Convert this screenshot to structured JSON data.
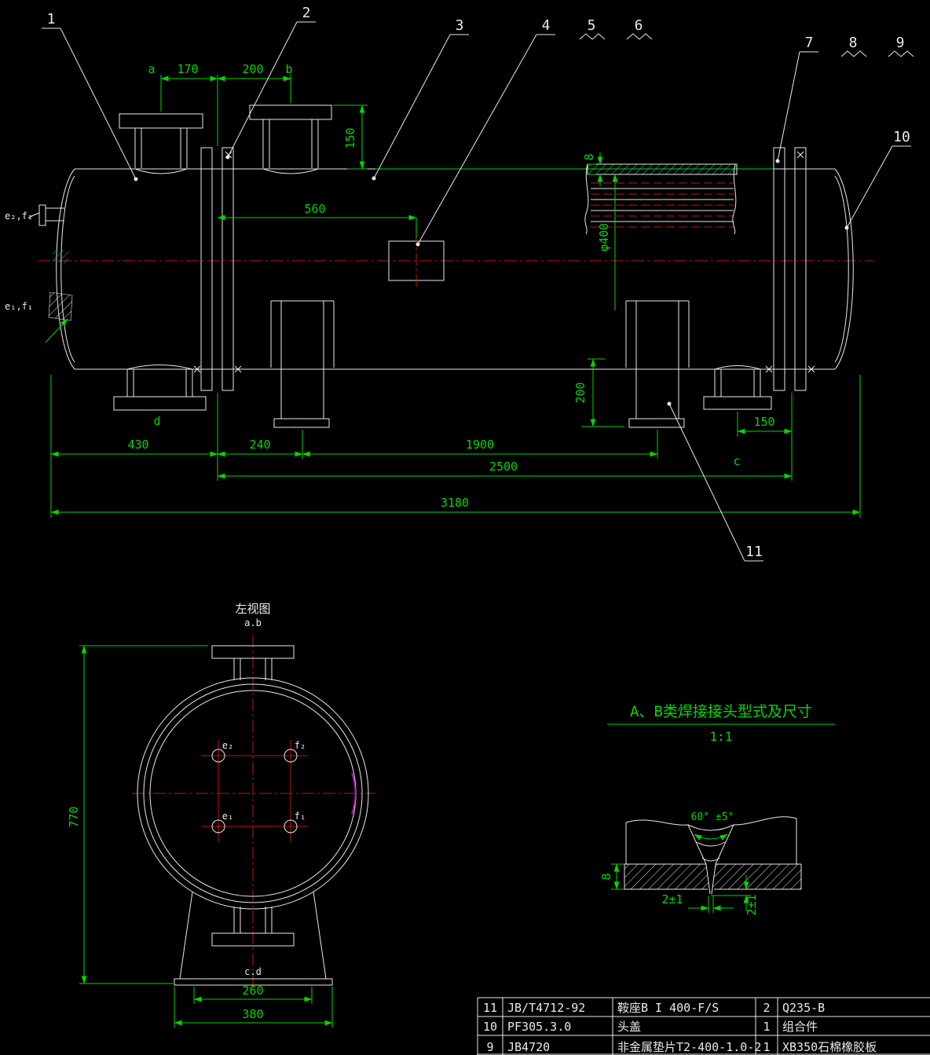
{
  "drawing": {
    "callouts": {
      "c1": "1",
      "c2": "2",
      "c3": "3",
      "c4": "4",
      "c5": "5",
      "c6": "6",
      "c7": "7",
      "c8": "8",
      "c9": "9",
      "c10": "10",
      "c11": "11"
    },
    "main_view": {
      "labels": {
        "a": "a",
        "b": "b",
        "c": "c",
        "d": "d",
        "e2f2": "e₂,f₂",
        "e1f1": "e₁,f₁"
      },
      "dims": {
        "d170": "170",
        "d200_top": "200",
        "d150_top": "150",
        "d560": "560",
        "d8": "8",
        "phi400": "φ400",
        "d200_side": "200",
        "d430": "430",
        "d240": "240",
        "d1900": "1900",
        "d150_side": "150",
        "d2500": "2500",
        "d3180": "3180"
      }
    },
    "left_view": {
      "title": "左视图",
      "subtitle": "a.b",
      "bottom_label": "c.d",
      "holes": {
        "e2": "e₂",
        "f2": "f₂",
        "e1": "e₁",
        "f1": "f₁"
      },
      "dims": {
        "d770": "770",
        "d260": "260",
        "d380": "380"
      }
    },
    "weld_detail": {
      "title": "A、B类焊接接头型式及尺寸",
      "scale": "1:1",
      "dims": {
        "angle": "60° ±5°",
        "gap": "2±1",
        "root": "2±1",
        "thickness": "8"
      }
    },
    "parts_table": {
      "rows": [
        {
          "no": "11",
          "code": "JB/T4712-92",
          "name": "鞍座B I 400-F/S",
          "qty": "2",
          "material": "Q235-B"
        },
        {
          "no": "10",
          "code": "PF305.3.0",
          "name": "头盖",
          "qty": "1",
          "material": "组合件"
        },
        {
          "no": "9",
          "code": "JB4720",
          "name": "非金属垫片T2-400-1.0-2",
          "qty": "1",
          "material": "XB350石棉橡胶板"
        }
      ]
    },
    "colors": {
      "background": "#000000",
      "line": "#e9e9e9",
      "dimension": "#00d800",
      "centerline": "#c41212",
      "highlight": "#e400e4",
      "hatch": "#00c896"
    }
  }
}
